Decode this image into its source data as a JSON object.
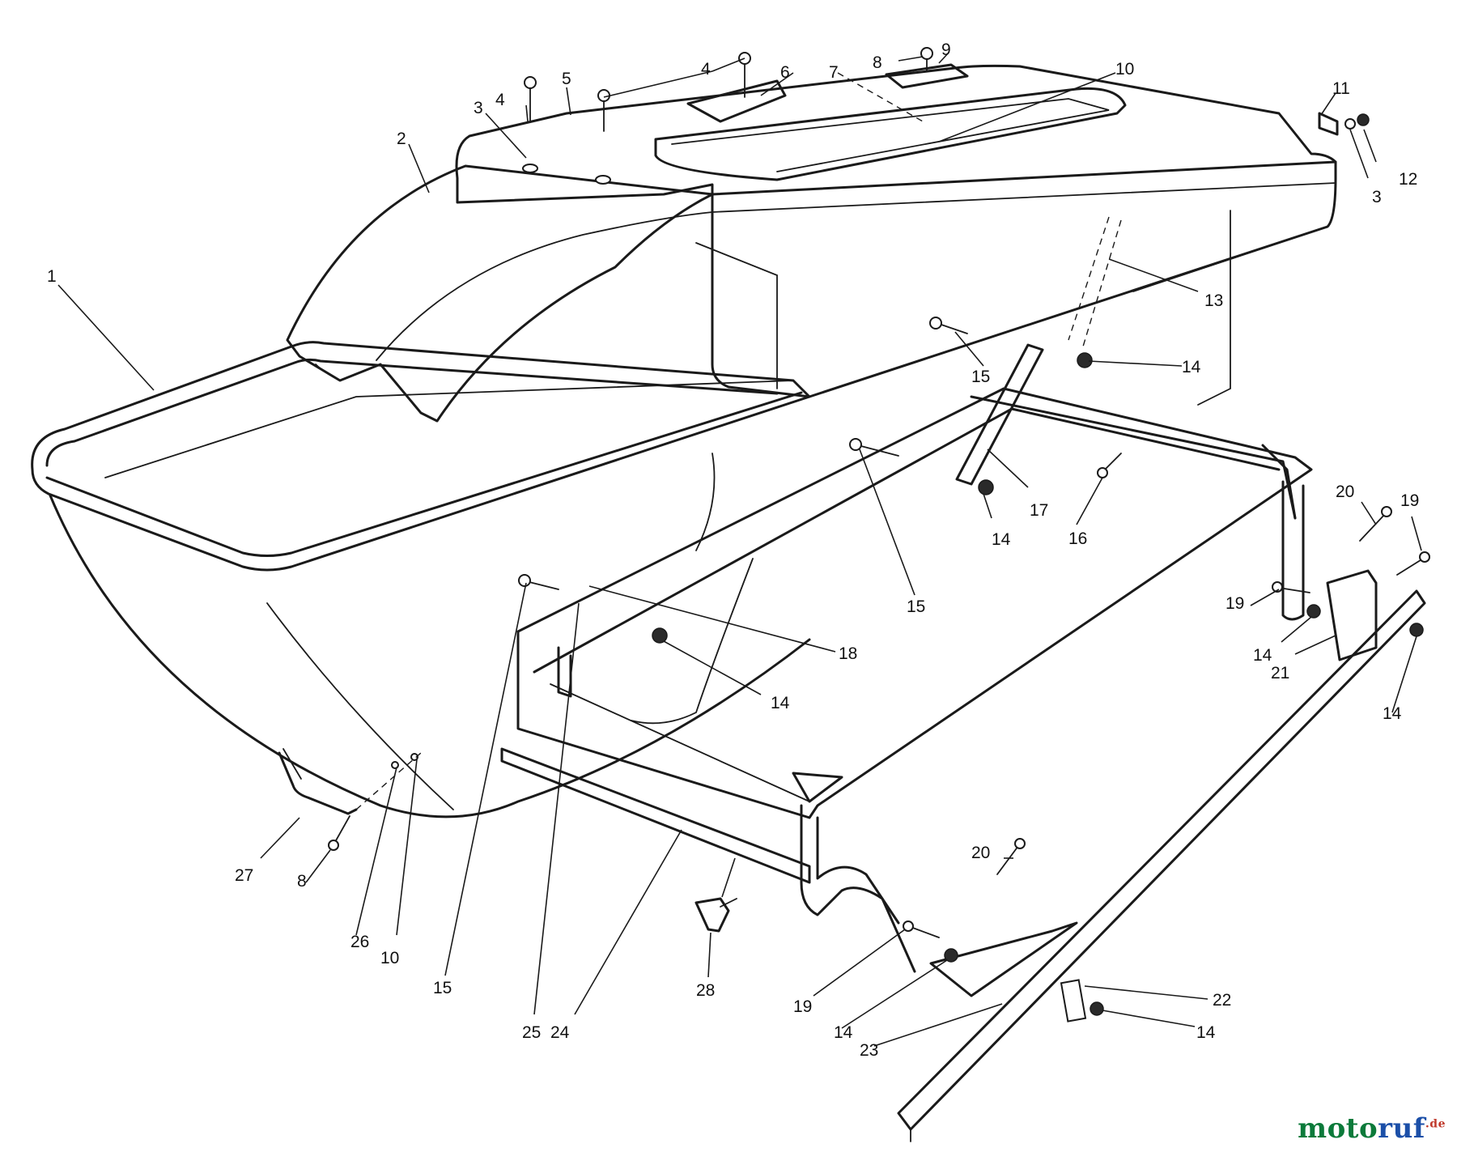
{
  "callouts": [
    {
      "id": "c1",
      "text": "1"
    },
    {
      "id": "c2",
      "text": "2"
    },
    {
      "id": "c3a",
      "text": "3"
    },
    {
      "id": "c3b",
      "text": "3"
    },
    {
      "id": "c4a",
      "text": "4"
    },
    {
      "id": "c4b",
      "text": "4"
    },
    {
      "id": "c5",
      "text": "5"
    },
    {
      "id": "c6",
      "text": "6"
    },
    {
      "id": "c7",
      "text": "7"
    },
    {
      "id": "c8a",
      "text": "8"
    },
    {
      "id": "c8b",
      "text": "8"
    },
    {
      "id": "c9",
      "text": "9"
    },
    {
      "id": "c10a",
      "text": "10"
    },
    {
      "id": "c10b",
      "text": "10"
    },
    {
      "id": "c11",
      "text": "11"
    },
    {
      "id": "c12",
      "text": "12"
    },
    {
      "id": "c13",
      "text": "13"
    },
    {
      "id": "c14a",
      "text": "14"
    },
    {
      "id": "c14b",
      "text": "14"
    },
    {
      "id": "c14c",
      "text": "14"
    },
    {
      "id": "c14d",
      "text": "14"
    },
    {
      "id": "c14e",
      "text": "14"
    },
    {
      "id": "c14f",
      "text": "14"
    },
    {
      "id": "c14g",
      "text": "14"
    },
    {
      "id": "c15a",
      "text": "15"
    },
    {
      "id": "c15b",
      "text": "15"
    },
    {
      "id": "c15c",
      "text": "15"
    },
    {
      "id": "c16",
      "text": "16"
    },
    {
      "id": "c17",
      "text": "17"
    },
    {
      "id": "c18",
      "text": "18"
    },
    {
      "id": "c19a",
      "text": "19"
    },
    {
      "id": "c19b",
      "text": "19"
    },
    {
      "id": "c19c",
      "text": "19"
    },
    {
      "id": "c20a",
      "text": "20"
    },
    {
      "id": "c20b",
      "text": "20"
    },
    {
      "id": "c21",
      "text": "21"
    },
    {
      "id": "c22",
      "text": "22"
    },
    {
      "id": "c23",
      "text": "23"
    },
    {
      "id": "c24",
      "text": "24"
    },
    {
      "id": "c25",
      "text": "25"
    },
    {
      "id": "c26",
      "text": "26"
    },
    {
      "id": "c27",
      "text": "27"
    },
    {
      "id": "c28",
      "text": "28"
    }
  ],
  "watermark": {
    "part1": "moto",
    "part2": "ruf",
    "suffix": ".de"
  },
  "colors": {
    "line": "#1a1a1a",
    "watermark_green": "#0b7a3a",
    "watermark_blue": "#1b4fa8",
    "watermark_red": "#c0392b"
  }
}
